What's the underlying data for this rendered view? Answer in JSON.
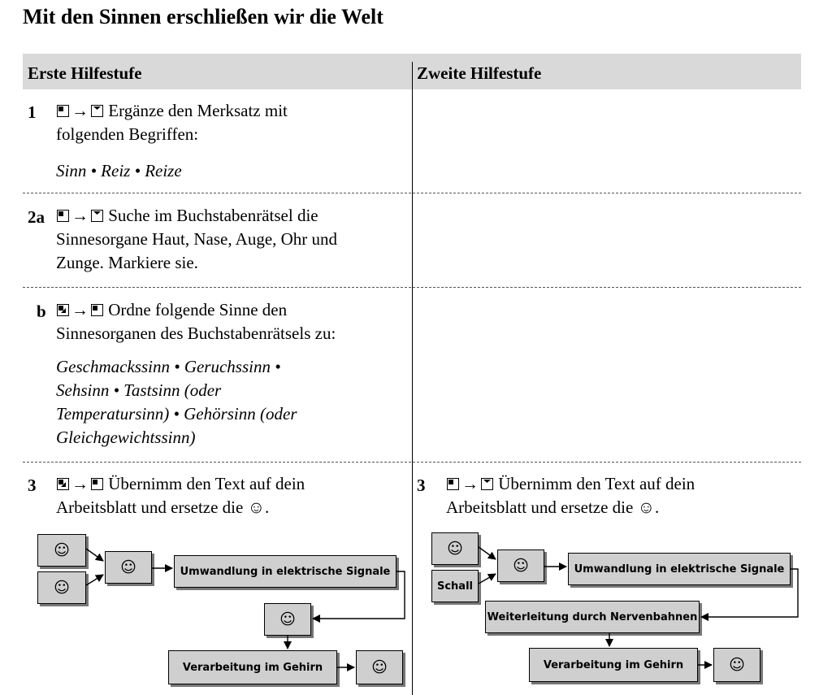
{
  "title": "Mit den Sinnen erschließen wir die Welt",
  "columns": {
    "left": "Erste Hilfestufe",
    "right": "Zweite Hilfestufe"
  },
  "tasks": {
    "t1": {
      "num": "1",
      "arrow": "→",
      "line1": "Ergänze den Merksatz mit",
      "line2": "folgenden Begriffen:",
      "terms": "Sinn • Reiz • Reize"
    },
    "t2a": {
      "num": "2a",
      "arrow": "→",
      "line1": "Suche im Buchstabenrätsel die",
      "line2": "Sinnesorgane Haut, Nase, Auge, Ohr und",
      "line3": "Zunge. Markiere sie."
    },
    "t2b": {
      "num": "b",
      "arrow": "→",
      "line1": "Ordne folgende Sinne den",
      "line2": "Sinnesorganen des Buchstabenrätsels zu:",
      "terms1": "Geschmackssinn • Geruchssinn •",
      "terms2": "Sehsinn • Tastsinn (oder",
      "terms3": "Temperatursinn) • Gehörsinn (oder",
      "terms4": "Gleichgewichtssinn)"
    },
    "t3_left": {
      "num": "3",
      "arrow": "→",
      "line1": "Übernimm den Text auf dein",
      "line2": "Arbeitsblatt und ersetze die ☺."
    },
    "t3_right": {
      "num": "3",
      "arrow": "→",
      "line1": "Übernimm den Text auf dein",
      "line2": "Arbeitsblatt und ersetze die ☺."
    }
  },
  "diagram_left": {
    "smile": "☺",
    "conversion": "Umwandlung in elektrische Signale",
    "processing": "Verarbeitung im Gehirn"
  },
  "diagram_right": {
    "smile": "☺",
    "sound": "Schall",
    "conversion": "Umwandlung in elektrische Signale",
    "transmission": "Weiterleitung durch Nervenbahnen",
    "processing": "Verarbeitung im Gehirn"
  }
}
